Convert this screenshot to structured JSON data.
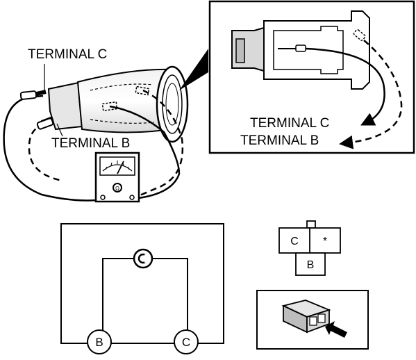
{
  "labels": {
    "terminal_c": "TERMINAL C",
    "terminal_b": "TERMINAL B"
  },
  "inset": {
    "terminal_c": "TERMINAL C",
    "terminal_b": "TERMINAL B"
  },
  "schematic": {
    "node_b": "B",
    "node_c": "C"
  },
  "connector_face": {
    "cell_c": "C",
    "cell_star": "*",
    "cell_b": "B"
  },
  "colors": {
    "line": "#000000",
    "background": "#ffffff",
    "fill_light": "#e6e6e6",
    "fill_mid": "#bdbdbd"
  }
}
